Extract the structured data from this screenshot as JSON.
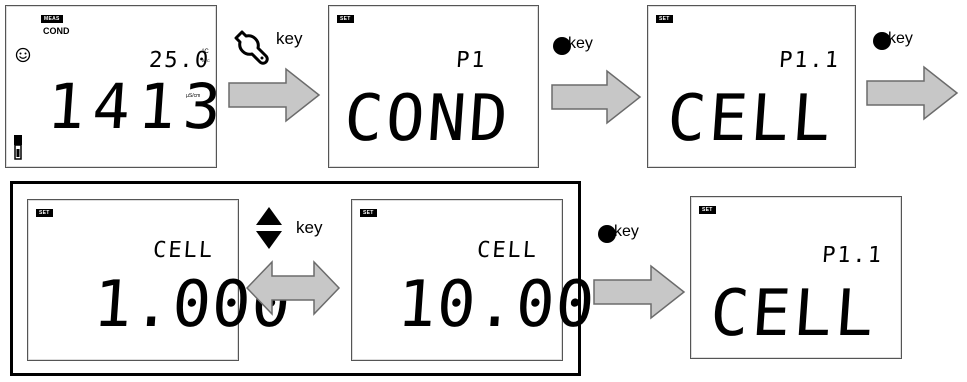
{
  "key_word": "key",
  "panel1": {
    "mode_tag": "MEAS",
    "mode_label": "COND",
    "temperature": "25.0",
    "temp_unit_top": "°C",
    "temp_unit_bottom": "ATC",
    "reading": "1413",
    "reading_unit": "µS/cm"
  },
  "panel2": {
    "tag": "SET",
    "param": "P1",
    "main": "COND"
  },
  "panel3": {
    "tag": "SET",
    "param": "P1.1",
    "main": "CELL"
  },
  "panel4": {
    "tag": "SET",
    "param": "CELL",
    "main": "1.000"
  },
  "panel5": {
    "tag": "SET",
    "param": "CELL",
    "main": "10.00"
  },
  "panel6": {
    "tag": "SET",
    "param": "P1.1",
    "main": "CELL"
  },
  "icons": [
    "wrench-icon",
    "enter-dot-icon",
    "up-down-arrow-icon",
    "smiley-icon",
    "electrode-probe-icon"
  ]
}
